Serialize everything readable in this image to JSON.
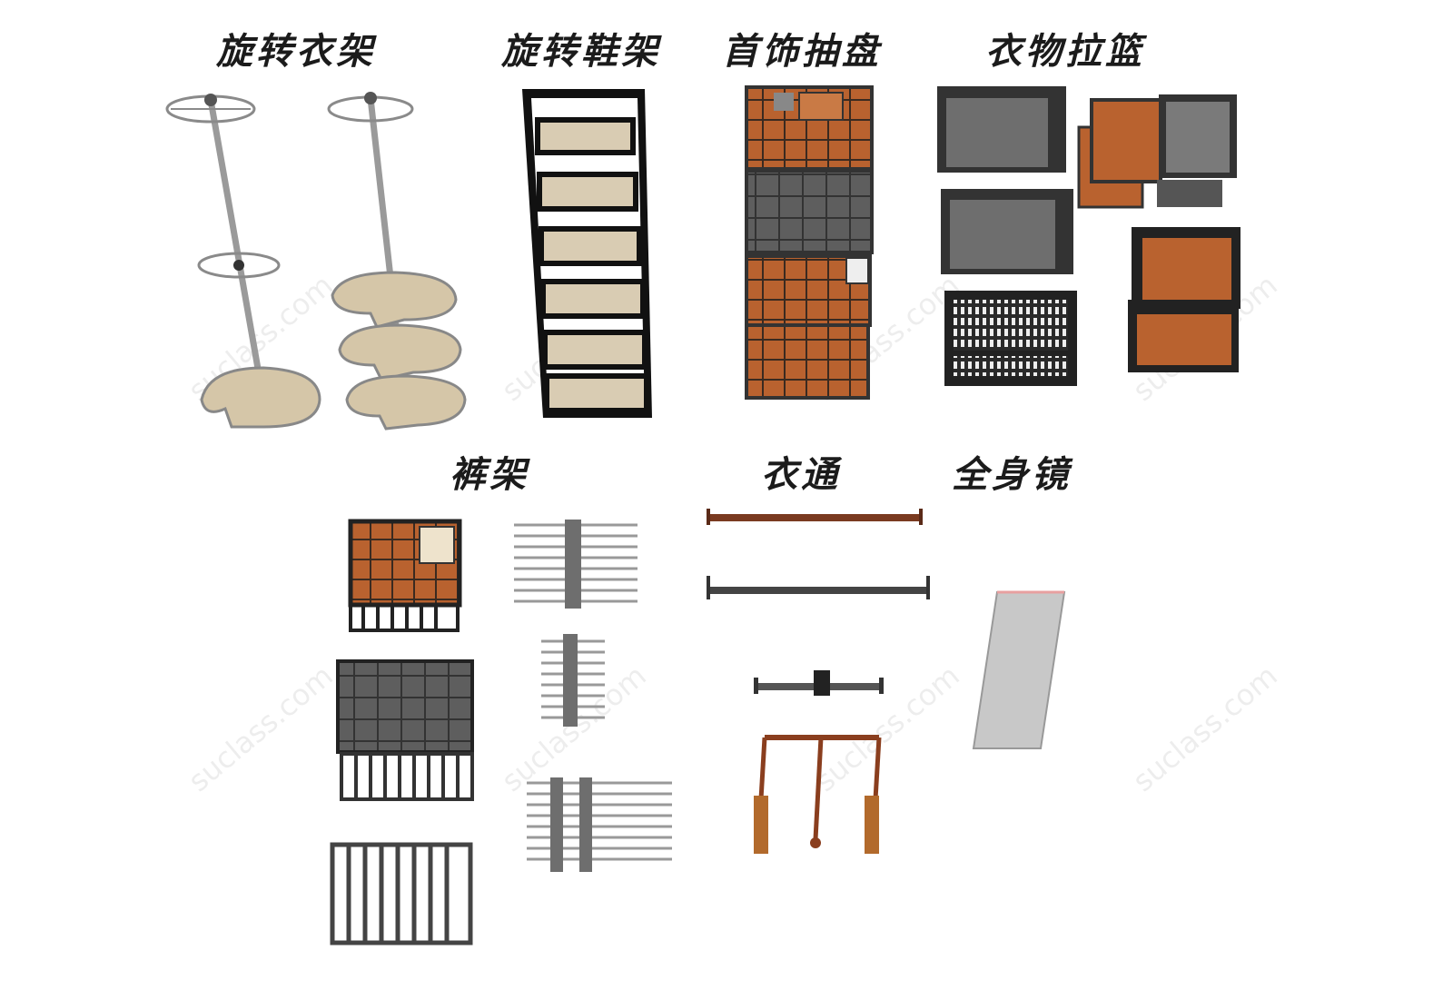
{
  "labels": {
    "rotating_clothes_rack": "旋转衣架",
    "rotating_shoe_rack": "旋转鞋架",
    "jewelry_drawer": "首饰抽盘",
    "clothes_basket": "衣物拉篮",
    "pants_rack": "裤架",
    "clothes_rail": "衣通",
    "full_length_mirror": "全身镜"
  },
  "watermark": "suclass.com",
  "colors": {
    "wood": "#b9622f",
    "dark_frame": "#3a3a3a",
    "gray_tray": "#6e6e6e",
    "beige": "#d9ccb3",
    "steel": "#b8b8b8",
    "rail_brown": "#7a3a20",
    "mirror": "#c8c8c8"
  }
}
